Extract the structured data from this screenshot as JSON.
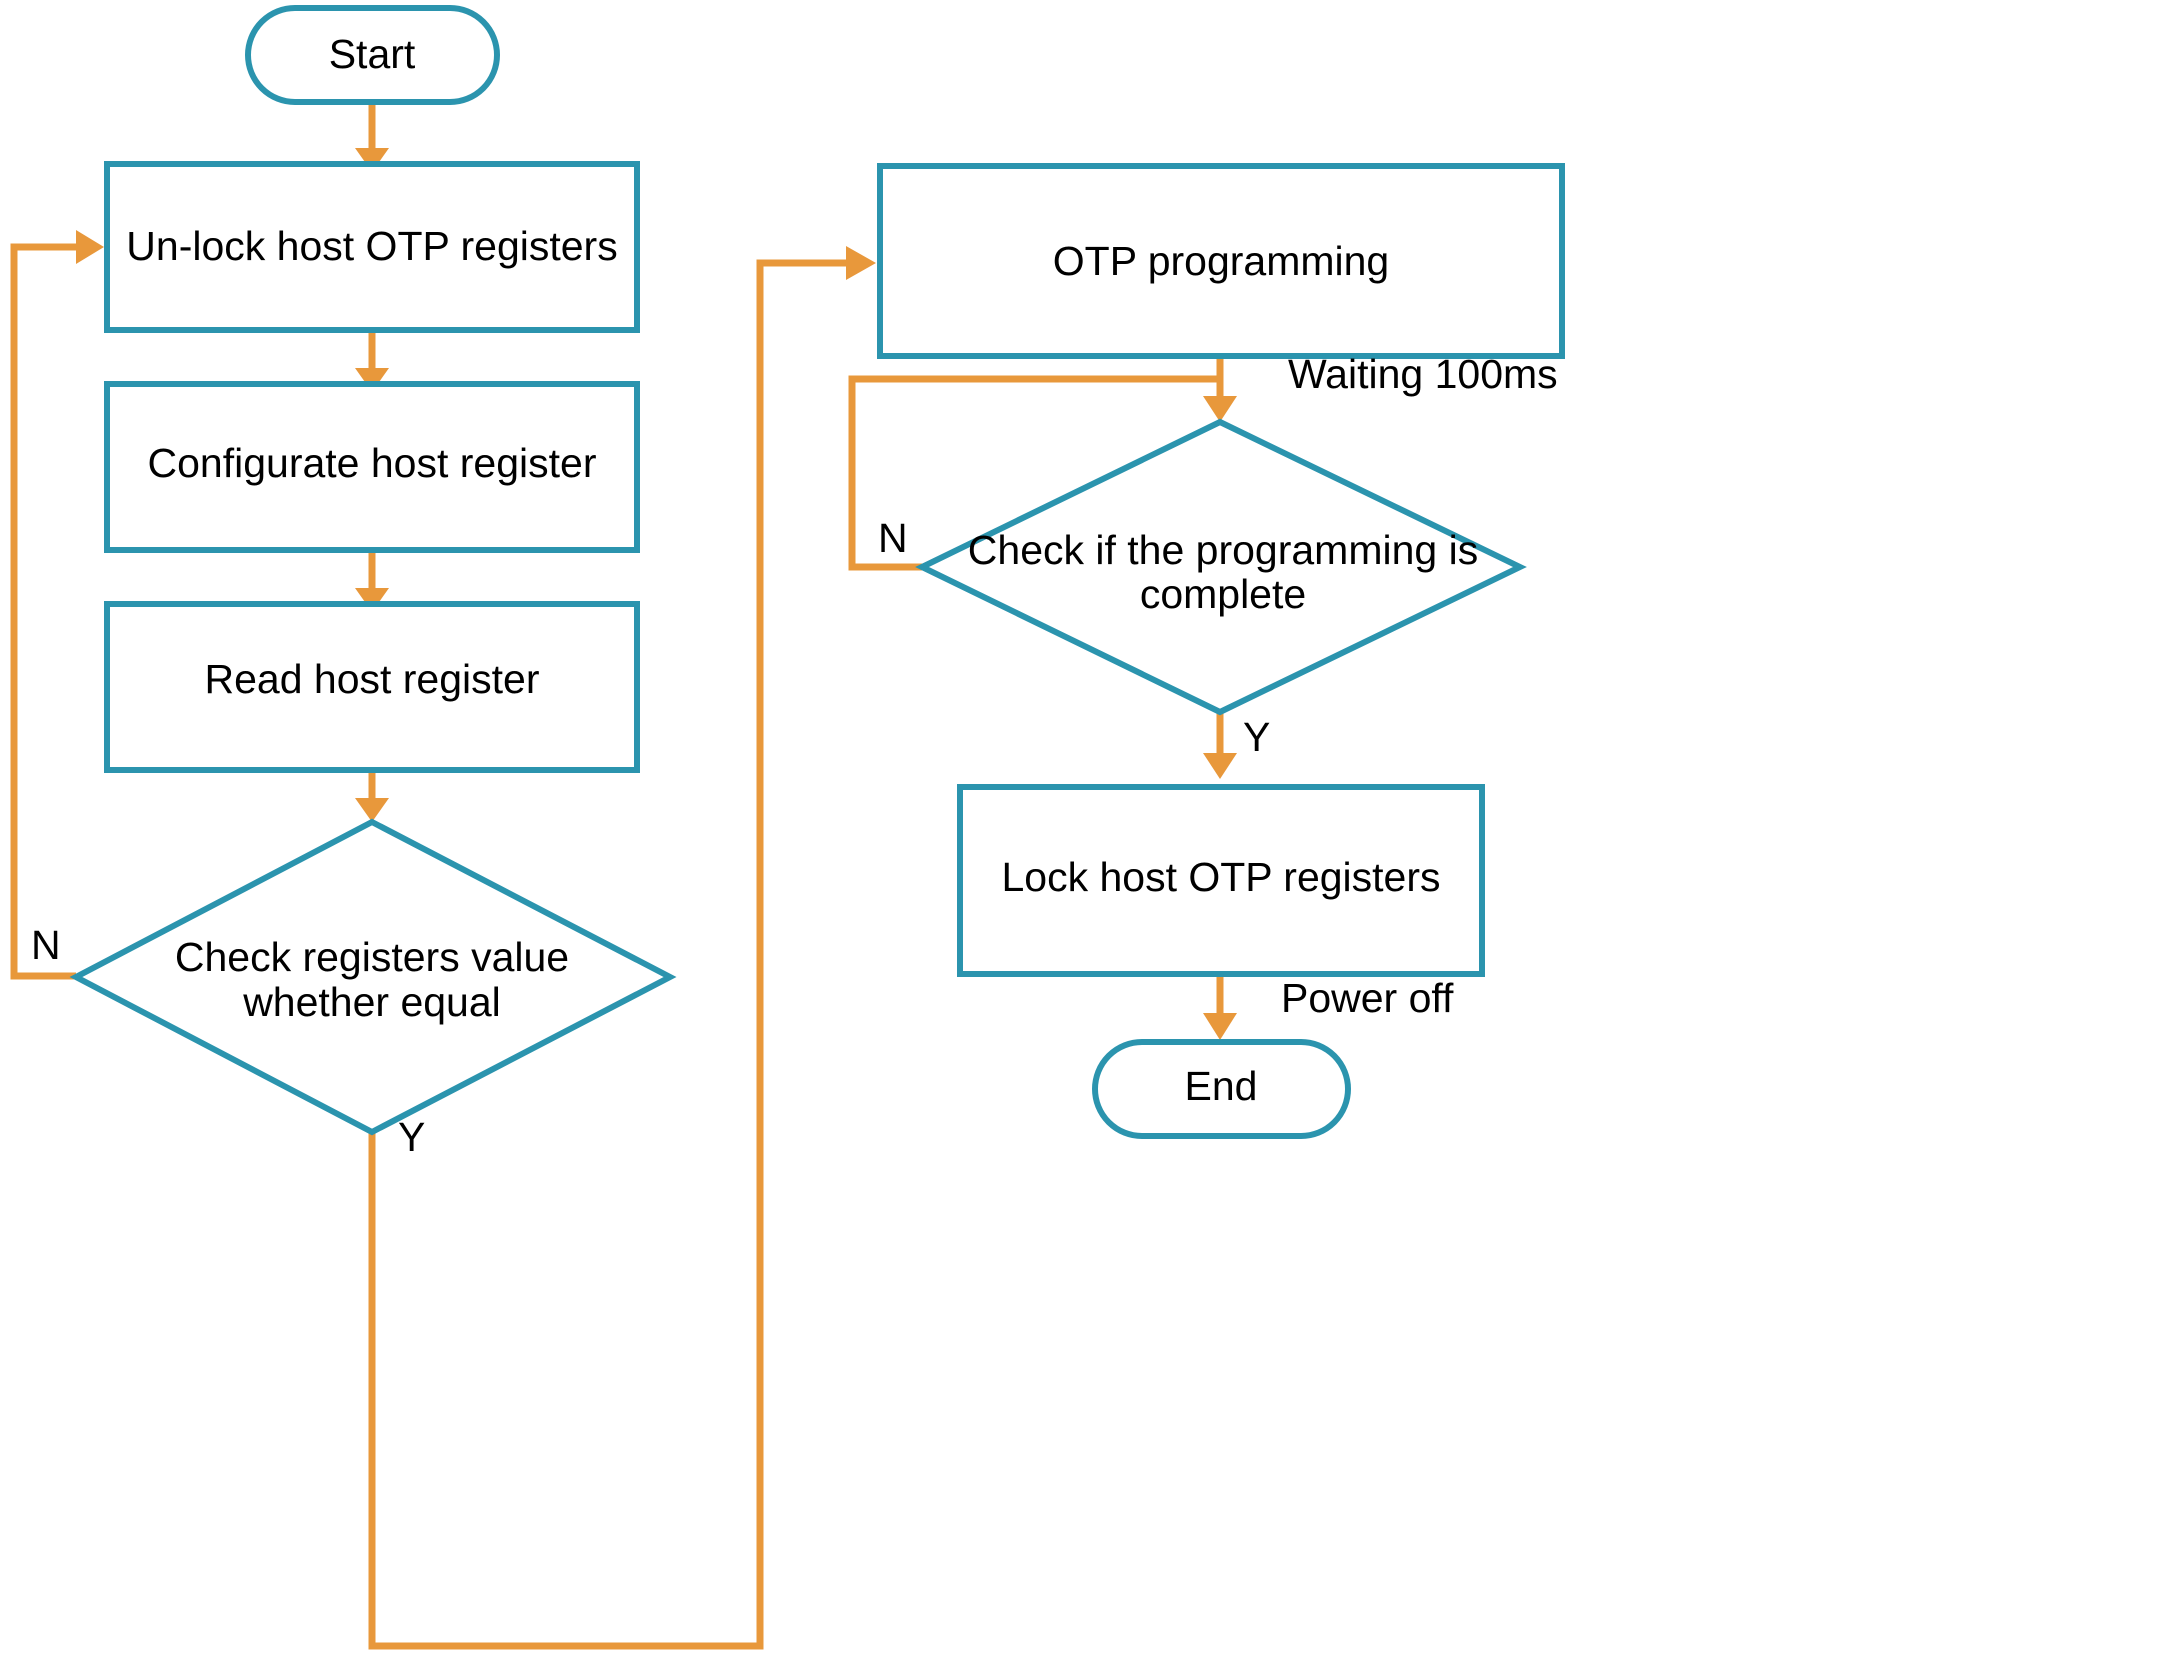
{
  "diagram": {
    "type": "flowchart",
    "title": "Host OTP programming flow",
    "colors": {
      "node_stroke": "#2B94AE",
      "connector": "#E8983B",
      "text": "#000000",
      "background": "#FFFFFF"
    },
    "nodes": [
      {
        "id": "start",
        "shape": "terminator",
        "label": "Start"
      },
      {
        "id": "unlock",
        "shape": "process",
        "label": "Un-lock host OTP registers"
      },
      {
        "id": "configurate",
        "shape": "process",
        "label": "Configurate host register"
      },
      {
        "id": "read",
        "shape": "process",
        "label": "Read host register"
      },
      {
        "id": "check_equal",
        "shape": "decision",
        "label_line1": "Check registers value",
        "label_line2": "whether equal"
      },
      {
        "id": "otp_prog",
        "shape": "process",
        "label": "OTP programming"
      },
      {
        "id": "check_done",
        "shape": "decision",
        "label_line1": "Check if the programming is",
        "label_line2": "complete"
      },
      {
        "id": "lock",
        "shape": "process",
        "label": "Lock host OTP registers"
      },
      {
        "id": "end",
        "shape": "terminator",
        "label": "End"
      }
    ],
    "edges": [
      {
        "from": "start",
        "to": "unlock",
        "label": ""
      },
      {
        "from": "unlock",
        "to": "configurate",
        "label": ""
      },
      {
        "from": "configurate",
        "to": "read",
        "label": ""
      },
      {
        "from": "read",
        "to": "check_equal",
        "label": ""
      },
      {
        "from": "check_equal",
        "to": "unlock",
        "label": "N"
      },
      {
        "from": "check_equal",
        "to": "otp_prog",
        "label": "Y"
      },
      {
        "from": "otp_prog",
        "to": "check_done",
        "label": "Waiting 100ms"
      },
      {
        "from": "check_done",
        "to": "otp_prog",
        "label": "N"
      },
      {
        "from": "check_done",
        "to": "lock",
        "label": "Y"
      },
      {
        "from": "lock",
        "to": "end",
        "label": "Power off"
      }
    ],
    "edge_labels": {
      "check_equal_no": "N",
      "check_equal_yes": "Y",
      "waiting": "Waiting 100ms",
      "check_done_no": "N",
      "check_done_yes": "Y",
      "power_off": "Power off"
    }
  }
}
